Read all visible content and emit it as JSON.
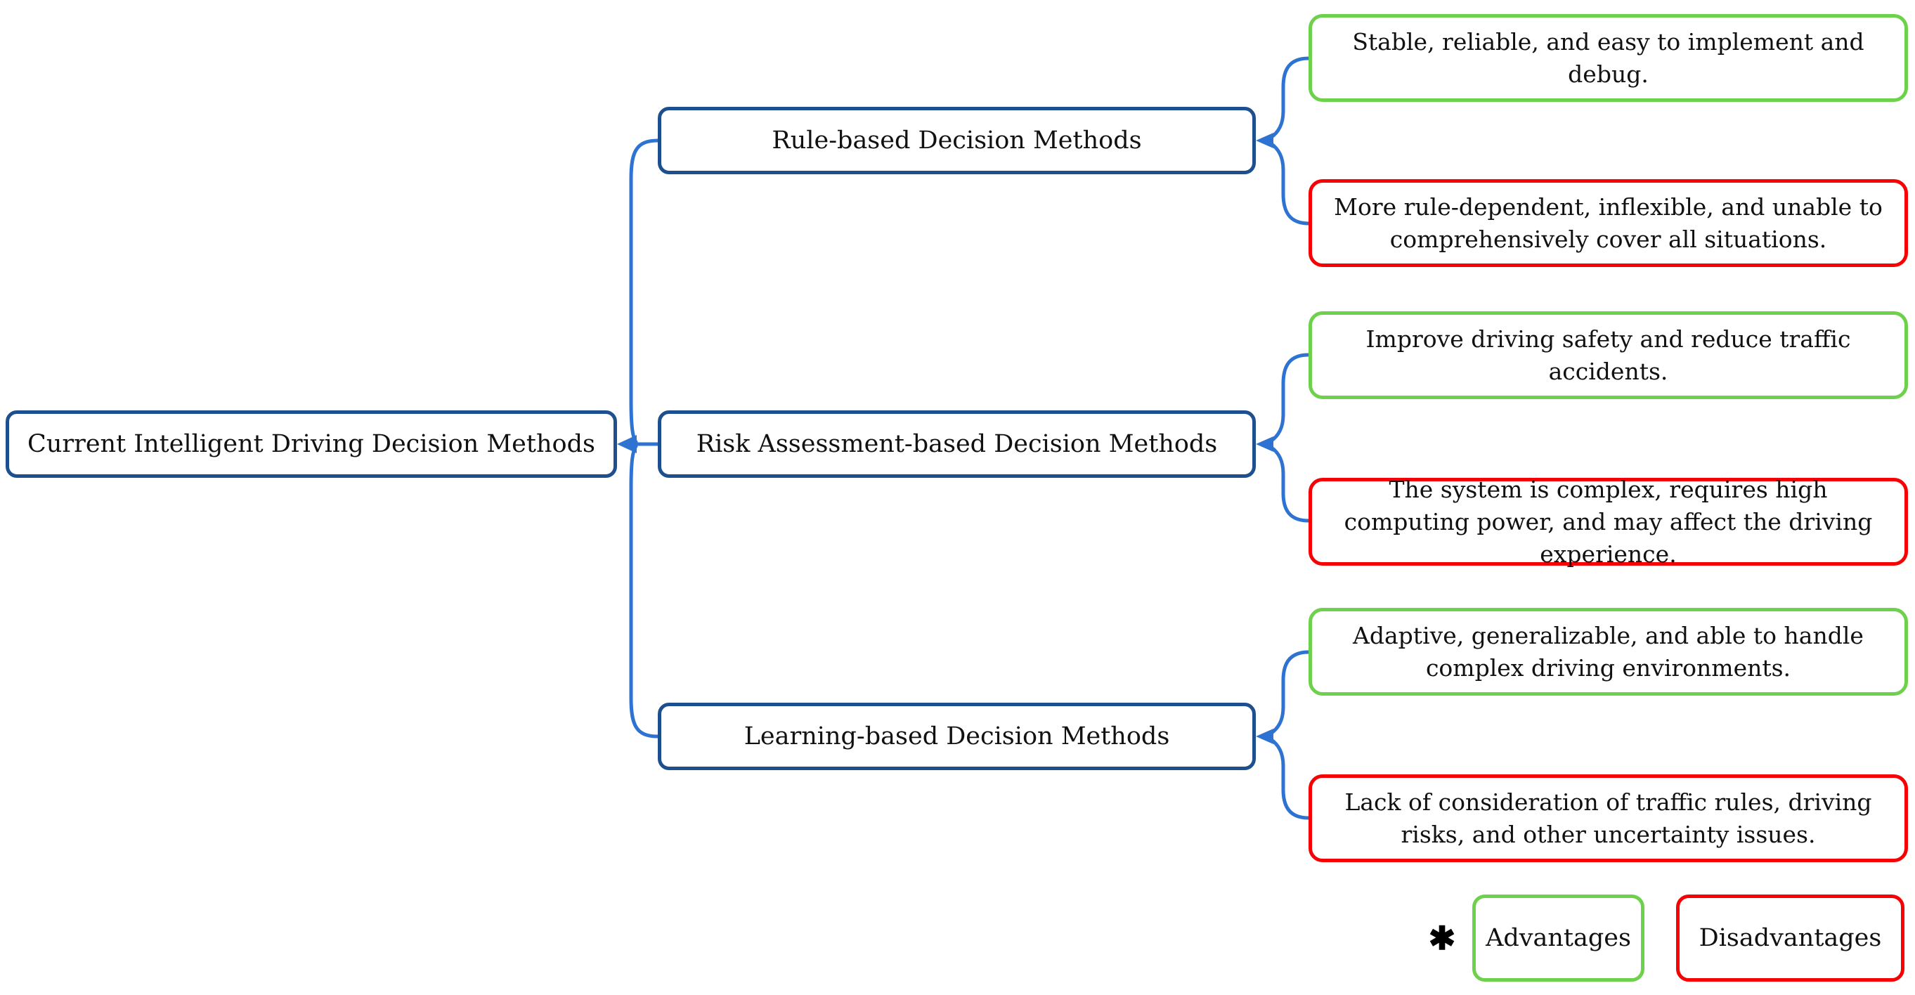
{
  "figure": {
    "root": {
      "label": "Current Intelligent Driving Decision Methods"
    },
    "branches": [
      {
        "label": "Rule-based Decision Methods",
        "advantage": "Stable, reliable, and easy to implement and debug.",
        "disadvantage": "More rule-dependent, inflexible, and unable to comprehensively cover all situations."
      },
      {
        "label": "Risk Assessment-based Decision Methods",
        "advantage": "Improve driving safety and reduce traffic accidents.",
        "disadvantage": "The system is complex, requires high computing power, and may affect the driving experience."
      },
      {
        "label": "Learning-based Decision Methods",
        "advantage": "Adaptive, generalizable, and able to handle complex driving environments.",
        "disadvantage": "Lack of consideration of traffic rules, driving risks, and other uncertainty issues."
      }
    ],
    "legend": {
      "marker": "✱",
      "advantages_label": "Advantages",
      "disadvantages_label": "Disadvantages"
    },
    "colors": {
      "node_border": "#1e4f8f",
      "connector": "#2e73d2",
      "advantage_border": "#6dd14b",
      "disadvantage_border": "#f60205",
      "text": "#111111",
      "background": "#ffffff"
    }
  }
}
